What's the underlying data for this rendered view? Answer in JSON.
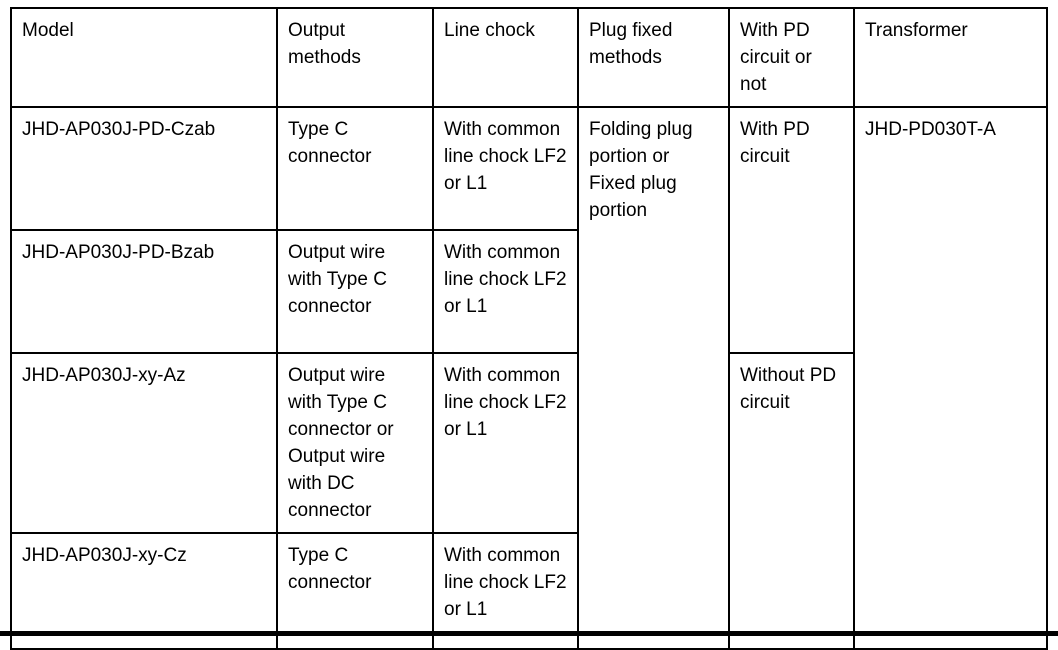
{
  "table": {
    "headers": {
      "model": "Model",
      "output_methods": "Output methods",
      "line_chock": "Line chock",
      "plug_fixed_methods": "Plug fixed methods",
      "pd_circuit": "With PD circuit or not",
      "transformer": "Transformer"
    },
    "rows": [
      {
        "model": "JHD-AP030J-PD-Czab",
        "output": "Type C connector",
        "chock": "With common line chock LF2 or L1"
      },
      {
        "model": "JHD-AP030J-PD-Bzab",
        "output": "Output wire with Type C connector",
        "chock": "With common line chock LF2 or L1"
      },
      {
        "model": "JHD-AP030J-xy-Az",
        "output": "Output wire with Type C connector or Output wire with DC connector",
        "chock": "With common line chock LF2 or L1"
      },
      {
        "model": "JHD-AP030J-xy-Cz",
        "output": "Type C connector",
        "chock": "With common line chock LF2 or L1"
      }
    ],
    "merged": {
      "plug_fixed": "Folding plug portion or Fixed plug portion",
      "pd_with": "With PD circuit",
      "pd_without": "Without PD circuit",
      "transformer": "JHD-PD030T-A"
    }
  },
  "colors": {
    "border": "#000000",
    "text": "#000000",
    "background": "#ffffff"
  }
}
